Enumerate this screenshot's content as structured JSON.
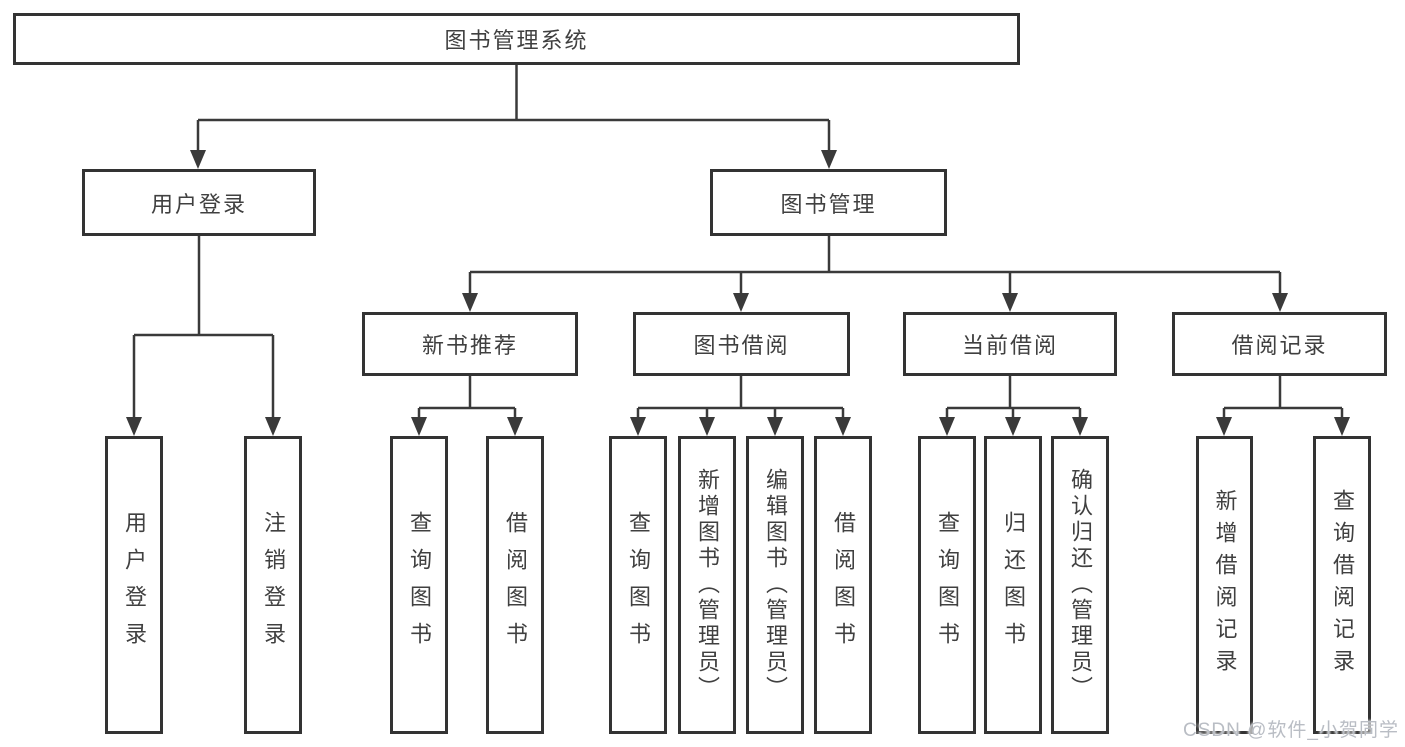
{
  "colors": {
    "background": "#ffffff",
    "line": "#3a3a3a",
    "box_border": "#333333",
    "text": "#404040",
    "watermark": "#b9bdc4"
  },
  "watermark": "CSDN @软件_小贺同学",
  "tree": {
    "label": "图书管理系统",
    "children": [
      {
        "label": "用户登录",
        "children": [
          {
            "label": "用户登录"
          },
          {
            "label": "注销登录"
          }
        ]
      },
      {
        "label": "图书管理",
        "children": [
          {
            "label": "新书推荐",
            "children": [
              {
                "label": "查询图书"
              },
              {
                "label": "借阅图书"
              }
            ]
          },
          {
            "label": "图书借阅",
            "children": [
              {
                "label": "查询图书"
              },
              {
                "label": "新增图书（管理员）"
              },
              {
                "label": "编辑图书（管理员）"
              },
              {
                "label": "借阅图书"
              }
            ]
          },
          {
            "label": "当前借阅",
            "children": [
              {
                "label": "查询图书"
              },
              {
                "label": "归还图书"
              },
              {
                "label": "确认归还（管理员）"
              }
            ]
          },
          {
            "label": "借阅记录",
            "children": [
              {
                "label": "新增借阅记录"
              },
              {
                "label": "查询借阅记录"
              }
            ]
          }
        ]
      }
    ]
  }
}
